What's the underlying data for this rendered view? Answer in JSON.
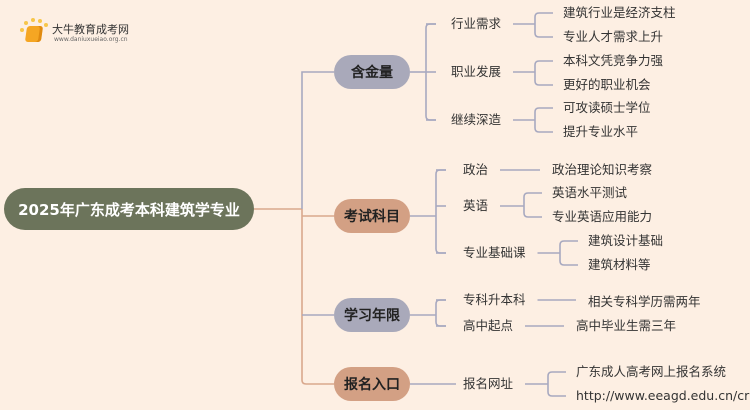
{
  "logo": {
    "title": "大牛教育成考网",
    "url": "www.daniuxueiao.org.cn"
  },
  "root": {
    "label": "2025年广东成考本科建筑学专业"
  },
  "colors": {
    "background": "#fdefe3",
    "root": "#6c745b",
    "gray_node": "#a9a9ba",
    "tan_node": "#d3a084",
    "gray_line": "#a8a9c0",
    "tan_line": "#d9a88d"
  },
  "categories": [
    {
      "label": "含金量",
      "children": [
        {
          "label": "行业需求",
          "children": [
            "建筑行业是经济支柱",
            "专业人才需求上升"
          ]
        },
        {
          "label": "职业发展",
          "children": [
            "本科文凭竞争力强",
            "更好的职业机会"
          ]
        },
        {
          "label": "继续深造",
          "children": [
            "可攻读硕士学位",
            "提升专业水平"
          ]
        }
      ]
    },
    {
      "label": "考试科目",
      "children": [
        {
          "label": "政治",
          "children": [
            "政治理论知识考察"
          ]
        },
        {
          "label": "英语",
          "children": [
            "英语水平测试",
            "专业英语应用能力"
          ]
        },
        {
          "label": "专业基础课",
          "children": [
            "建筑设计基础",
            "建筑材料等"
          ]
        }
      ]
    },
    {
      "label": "学习年限",
      "children": [
        {
          "label": "专科升本科",
          "children": [
            "相关专科学历需两年"
          ]
        },
        {
          "label": "高中起点",
          "children": [
            "高中毕业生需三年"
          ]
        }
      ]
    },
    {
      "label": "报名入口",
      "children": [
        {
          "label": "报名网址",
          "children": [
            "广东成人高考网上报名系统",
            "http://www.eeagd.edu.cn/cr"
          ]
        }
      ]
    }
  ]
}
